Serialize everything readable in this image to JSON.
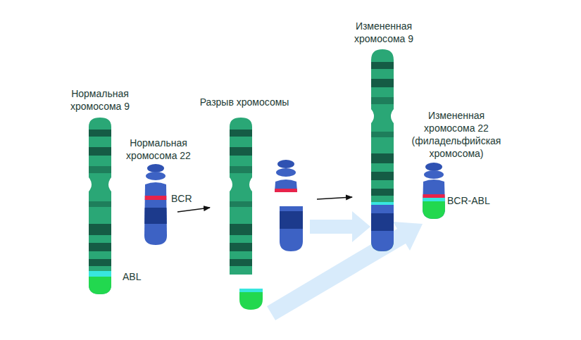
{
  "diagram": {
    "labels": [
      "Нормальная хромосома 9",
      "Нормальная хромосома 22",
      "BCR",
      "ABL",
      "Разрыв хромосомы",
      "Измененная хромосома 9",
      "Измененная хромосома 22 (филадельфийская хромосома)",
      "BCR-ABL"
    ]
  }
}
